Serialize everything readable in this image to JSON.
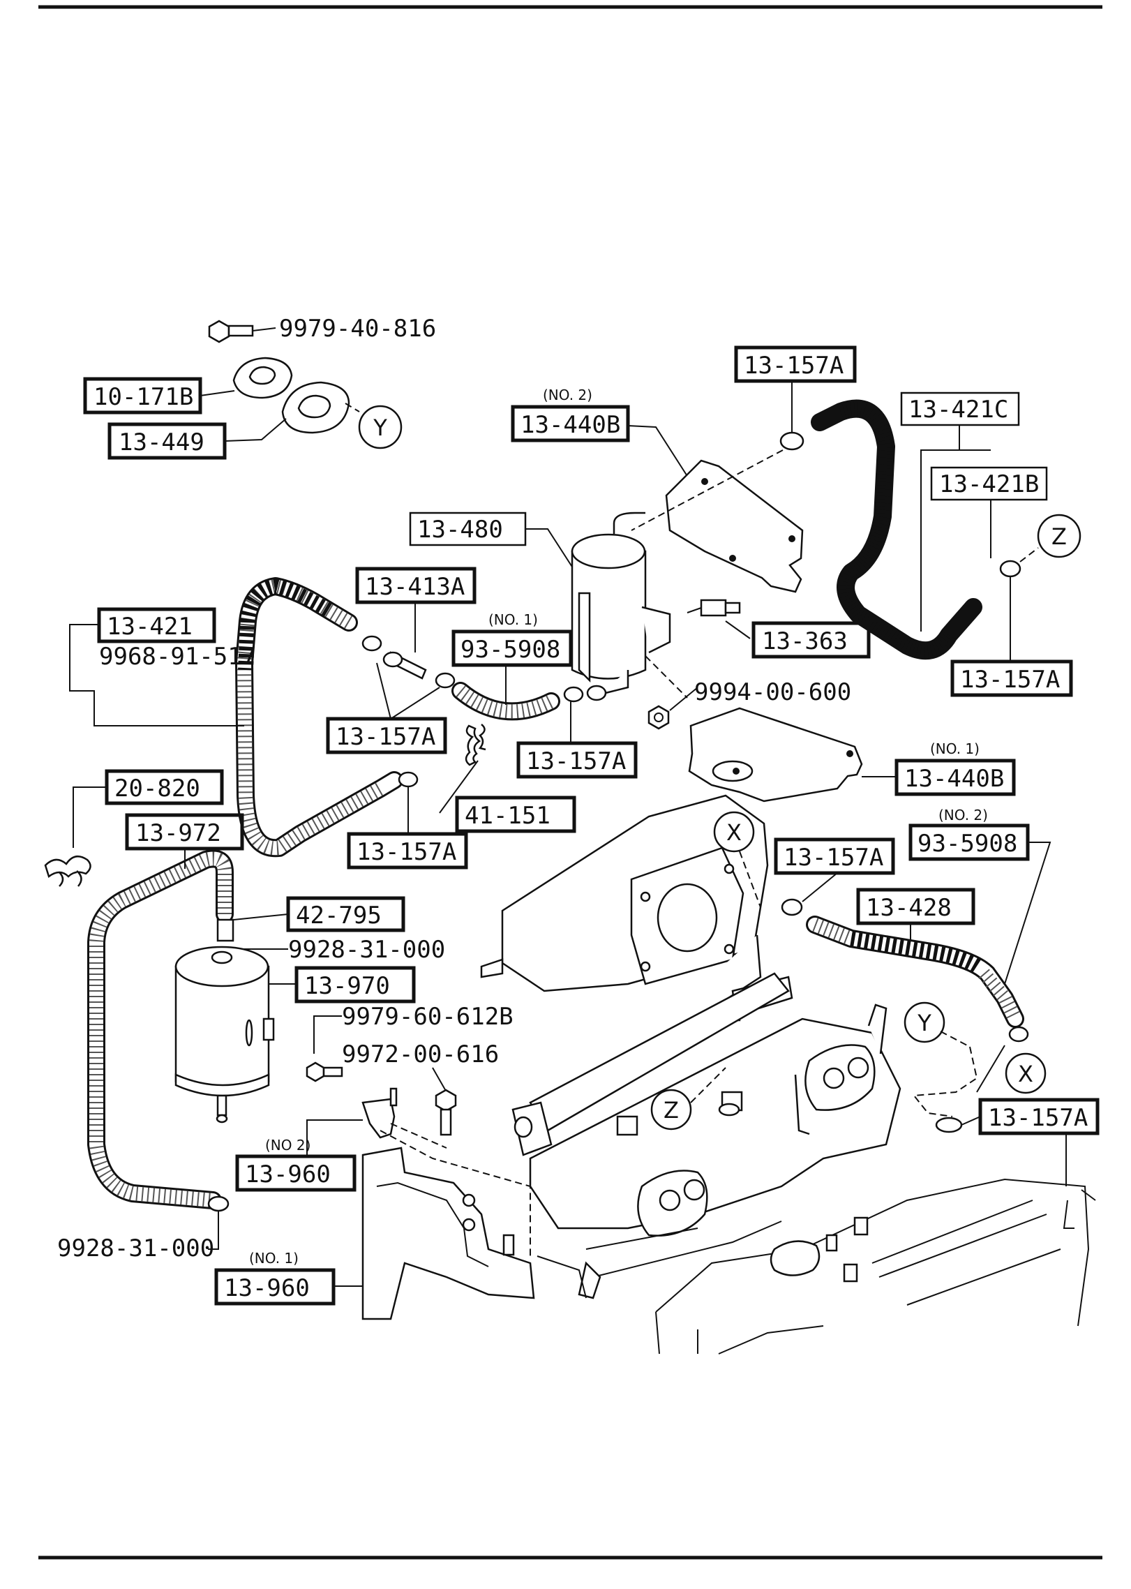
{
  "labels": {
    "bolt_top": "9979-40-816",
    "p10_171b": "10-171B",
    "p13_449": "13-449",
    "p13_157a_top": "13-157A",
    "p13_440b_no2": "13-440B",
    "p13_421c": "13-421C",
    "p13_421b": "13-421B",
    "p13_480": "13-480",
    "p13_413a": "13-413A",
    "p93_5908_no1": "93-5908",
    "p13_363": "13-363",
    "p13_157a_right": "13-157A",
    "p13_421": "13-421",
    "p9968": "9968-91-517",
    "nut": "9994-00-600",
    "p13_157a_mid1": "13-157A",
    "p13_157a_mid2": "13-157A",
    "p13_440b_no1": "13-440B",
    "p20_820": "20-820",
    "p41_151": "41-151",
    "p13_972": "13-972",
    "p13_157a_lower": "13-157A",
    "p93_5908_no2": "93-5908",
    "p13_157a_x": "13-157A",
    "p13_428": "13-428",
    "p42_795": "42-795",
    "clamp_a": "9928-31-000",
    "p13_970": "13-970",
    "bolt_b": "9979-60-612B",
    "bolt_c": "9972-00-616",
    "p13_960_no2": "13-960",
    "p13_157a_bottom": "13-157A",
    "clamp_b": "9928-31-000",
    "p13_960_no1": "13-960"
  },
  "notes": {
    "no2_a": "(NO. 2)",
    "no1_a": "(NO. 1)",
    "no1_b": "(NO. 1)",
    "no2_b": "(NO. 2)",
    "no2_c": "(NO 2)",
    "no1_c": "(NO. 1)"
  },
  "refs": {
    "y": "Y",
    "z": "Z",
    "x": "X"
  }
}
